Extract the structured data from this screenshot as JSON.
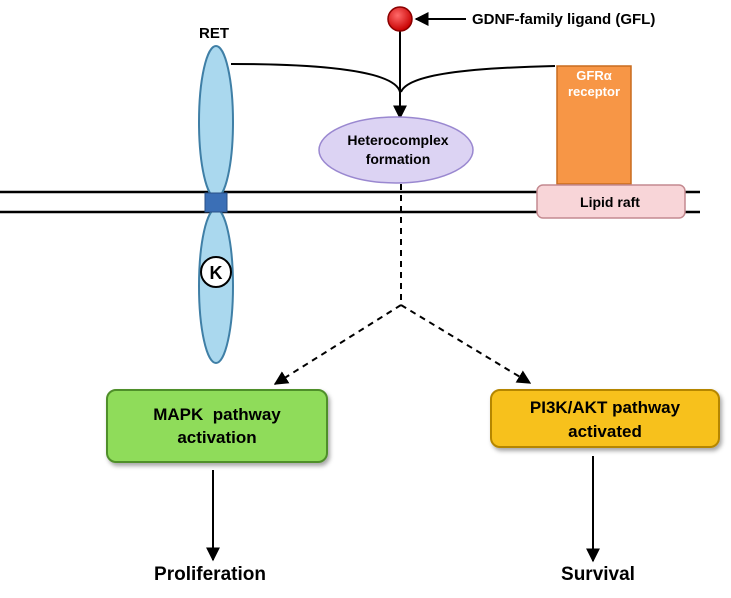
{
  "labels": {
    "ret": "RET",
    "ligand": "GDNF-family ligand (GFL)",
    "receptor_line1": "GFRα",
    "receptor_line2": "receptor",
    "heterocomplex_line1": "Heterocomplex",
    "heterocomplex_line2": "formation",
    "lipid_raft": "Lipid raft",
    "kinase": "K",
    "mapk_line1": "MAPK  pathway",
    "mapk_line2": "activation",
    "pi3k_line1": "PI3K/AKT pathway",
    "pi3k_line2": "activated",
    "proliferation": "Proliferation",
    "survival": "Survival"
  },
  "colors": {
    "ret_fill": "#aad8ee",
    "ret_stroke": "#3f7fa6",
    "ret_transmembrane": "#3b6fb6",
    "ligand": "#e00000",
    "receptor_fill": "#f79646",
    "receptor_stroke": "#c96c1e",
    "heterocomplex_fill": "#dcd3f3",
    "heterocomplex_stroke": "#9a88d0",
    "lipid_raft_fill": "#f8d5d8",
    "lipid_raft_stroke": "#c48a90",
    "mapk_fill": "#8fdc5a",
    "mapk_stroke": "#4f8f2a",
    "pi3k_fill": "#f7c11e",
    "pi3k_stroke": "#b58600"
  }
}
